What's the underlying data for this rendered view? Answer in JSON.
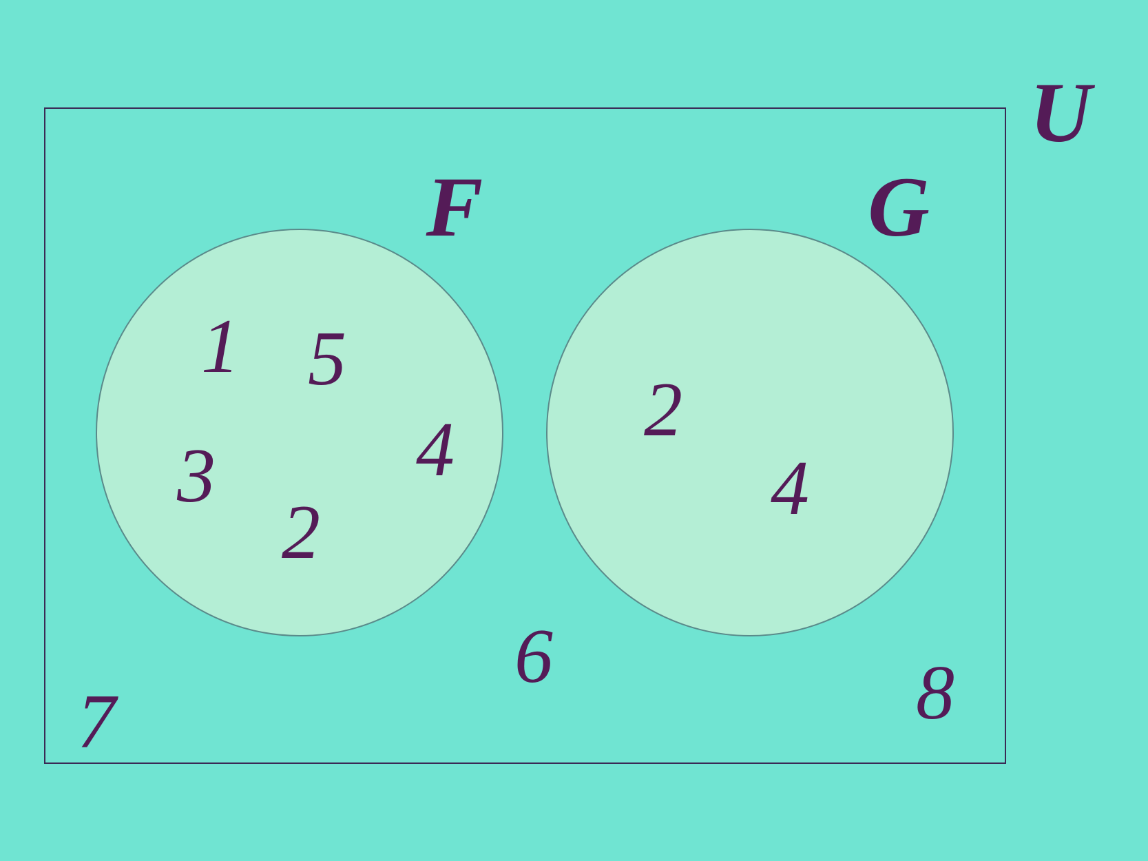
{
  "colors": {
    "background": "#70e4d2",
    "circle_fill": "#b4eed5",
    "circle_stroke": "#5a8a8a",
    "universe_border": "#3a2a55",
    "text": "#541b57"
  },
  "universe": {
    "label": "U",
    "outside_elements": [
      "7",
      "6",
      "8"
    ]
  },
  "sets": [
    {
      "label": "F",
      "elements": [
        "1",
        "5",
        "3",
        "4",
        "2"
      ]
    },
    {
      "label": "G",
      "elements": [
        "2",
        "4"
      ]
    }
  ]
}
